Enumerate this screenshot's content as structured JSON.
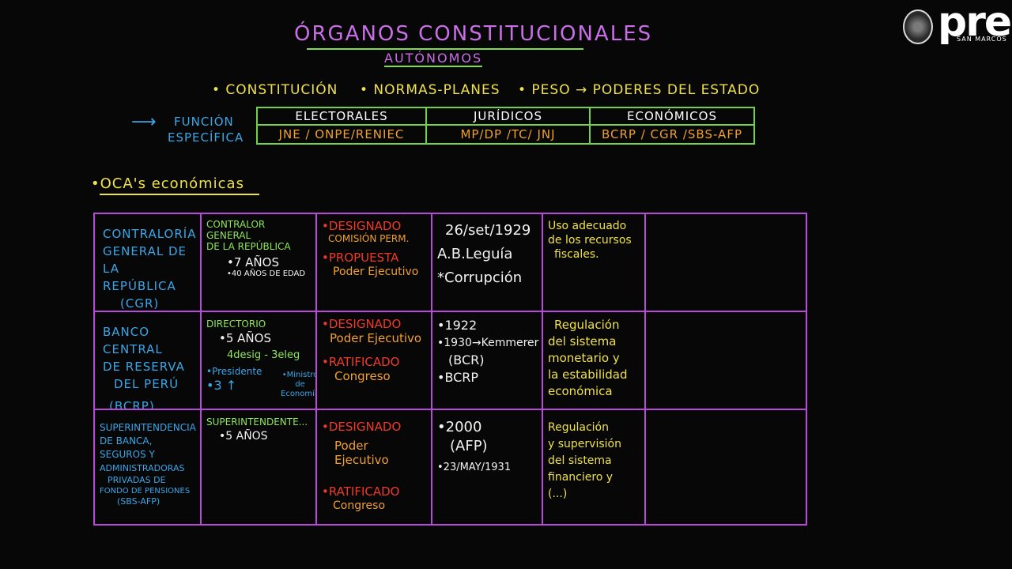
{
  "header": {
    "title": "ÓRGANOS CONSTITUCIONALES",
    "subtitle": "AUTÓNOMOS"
  },
  "bullets": [
    "• CONSTITUCIÓN",
    "• NORMAS-PLANES",
    "• PESO → PODERES DEL ESTADO"
  ],
  "funcion": {
    "arrow": "⟶",
    "line1": "FUNCIÓN",
    "line2": "ESPECÍFICA"
  },
  "green_table": {
    "headers": [
      "ELECTORALES",
      "JURÍDICOS",
      "ECONÓMICOS"
    ],
    "values": [
      "JNE / ONPE/RENIEC",
      "MP/DP /TC/ JNJ",
      "BCRP / CGR /SBS-AFP"
    ]
  },
  "section_label": "•OCA's económicas",
  "table": {
    "rows": [
      {
        "entity": [
          "CONTRALORÍA",
          "GENERAL DE",
          "LA REPÚBLICA",
          "(CGR)"
        ],
        "head": [
          "CONTRALOR GENERAL",
          "DE LA REPÚBLICA"
        ],
        "head_items": [
          "•7 AÑOS",
          "•40 AÑOS DE EDAD"
        ],
        "desig": [
          "•DESIGNADO",
          "COMISIÓN PERM."
        ],
        "prop": [
          "•PROPUESTA",
          "Poder Ejecutivo"
        ],
        "dates": [
          "26/set/1929",
          "A.B.Leguía",
          "*Corrupción"
        ],
        "func": [
          "Uso adecuado",
          "de los recursos",
          "fiscales."
        ]
      },
      {
        "entity": [
          "BANCO CENTRAL",
          "DE RESERVA",
          "DEL PERÚ",
          "(BCRP)"
        ],
        "head": [
          "DIRECTORIO"
        ],
        "head_items": [
          "•5 AÑOS",
          "4desig - 3eleg"
        ],
        "presidente": "•Presidente",
        "ministro": [
          "•Ministro",
          "de",
          "Economía"
        ],
        "three": "•3 ↑",
        "desig": [
          "•DESIGNADO",
          "Poder Ejecutivo"
        ],
        "prop": [
          "•RATIFICADO",
          "Congreso"
        ],
        "dates": [
          "•1922",
          "•1930→Kemmerer",
          "(BCR)",
          "•BCRP"
        ],
        "func": [
          "Regulación",
          "del sistema",
          "monetario y",
          "la estabilidad",
          "económica"
        ]
      },
      {
        "entity": [
          "SUPERINTENDENCIA",
          "DE BANCA,",
          "SEGUROS Y",
          "ADMINISTRADORAS",
          "PRIVADAS DE",
          "FONDO DE PENSIONES",
          "(SBS-AFP)"
        ],
        "head": [
          "SUPERINTENDENTE..."
        ],
        "head_items": [
          "•5 AÑOS"
        ],
        "desig": [
          "•DESIGNADO",
          "Poder Ejecutivo"
        ],
        "prop": [
          "•RATIFICADO",
          "Congreso"
        ],
        "dates": [
          "•2000",
          "(AFP)",
          "•23/MAY/1931"
        ],
        "func": [
          "Regulación",
          "y supervisión",
          "del sistema",
          "financiero y",
          "(...)"
        ]
      }
    ]
  },
  "logo": {
    "text": "pre",
    "sub": "SAN MARCOS"
  }
}
